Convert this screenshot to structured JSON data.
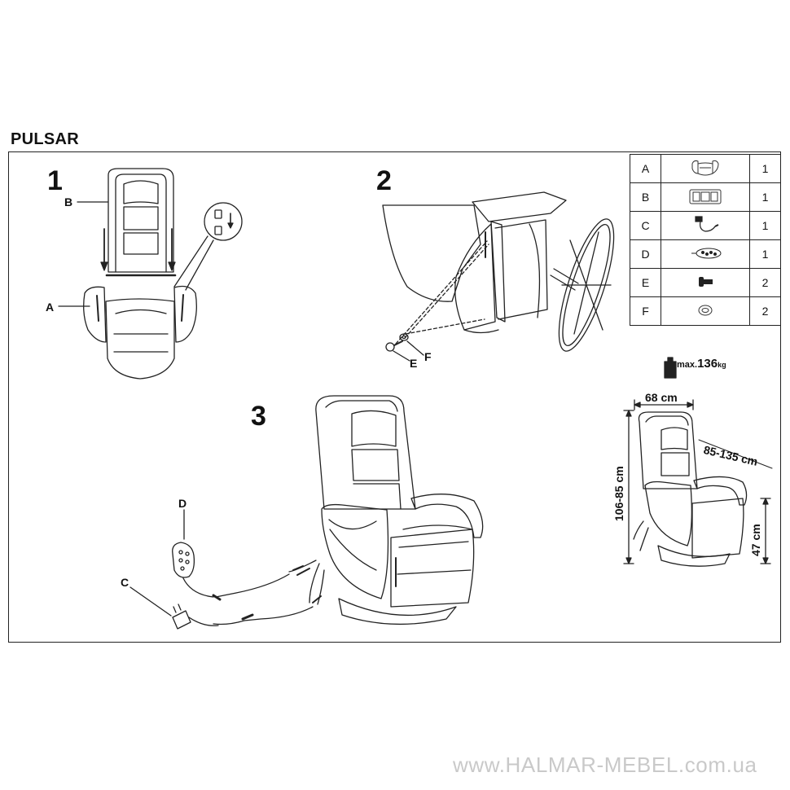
{
  "title": "PULSAR",
  "steps": [
    "1",
    "2",
    "3"
  ],
  "step1": {
    "label_a": "A",
    "label_b": "B"
  },
  "step2": {
    "label_e": "E",
    "label_f": "F"
  },
  "step3": {
    "label_c": "C",
    "label_d": "D"
  },
  "parts": [
    {
      "letter": "A",
      "icon": "armrest-base-icon",
      "qty": "1"
    },
    {
      "letter": "B",
      "icon": "backrest-icon",
      "qty": "1"
    },
    {
      "letter": "C",
      "icon": "power-adapter-icon",
      "qty": "1"
    },
    {
      "letter": "D",
      "icon": "remote-control-icon",
      "qty": "1"
    },
    {
      "letter": "E",
      "icon": "bolt-icon",
      "qty": "2"
    },
    {
      "letter": "F",
      "icon": "washer-icon",
      "qty": "2"
    }
  ],
  "specs": {
    "max_prefix": "max.",
    "max_value": "136",
    "max_unit": "kg",
    "width": "68 cm",
    "depth": "85-135 cm",
    "height": "106-85 cm",
    "seat_height": "47 cm"
  },
  "watermark": "www.HALMAR-MEBEL.com.ua"
}
